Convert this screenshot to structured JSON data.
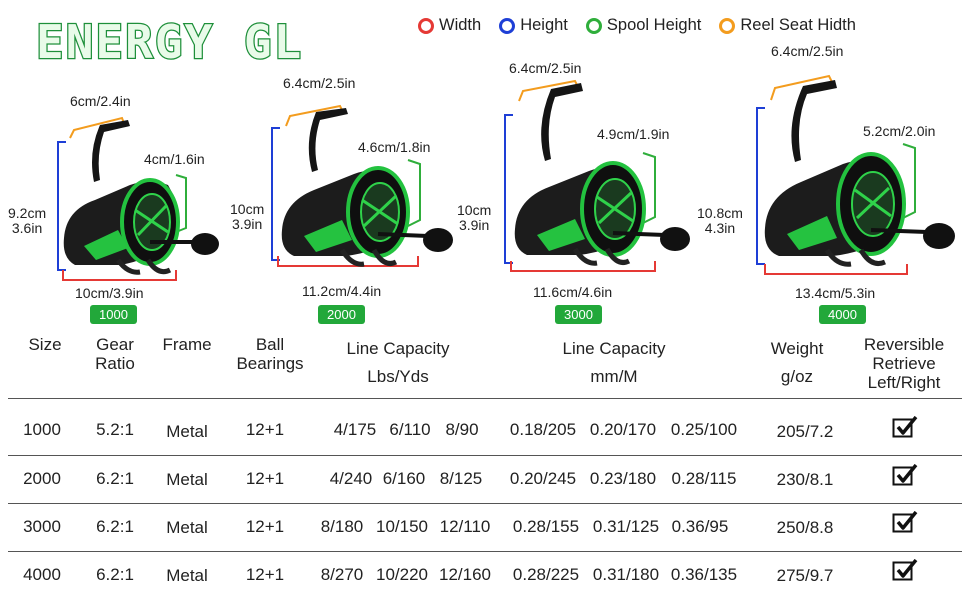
{
  "title": "ENERGY GL",
  "legend": [
    {
      "label": "Width",
      "color": "#e53935"
    },
    {
      "label": "Height",
      "color": "#1e3fd6"
    },
    {
      "label": "Spool Height",
      "color": "#2fae3b"
    },
    {
      "label": "Reel Seat Hidth",
      "color": "#f39c1e"
    }
  ],
  "reels": [
    {
      "size": "1000",
      "seat": "6cm/2.4in",
      "height": "9.2cm\n3.6in",
      "spool": "4cm/1.6in",
      "width": "10cm/3.9in"
    },
    {
      "size": "2000",
      "seat": "6.4cm/2.5in",
      "height": "10cm\n3.9in",
      "spool": "4.6cm/1.8in",
      "width": "11.2cm/4.4in"
    },
    {
      "size": "3000",
      "seat": "6.4cm/2.5in",
      "height": "10cm\n3.9in",
      "spool": "4.9cm/1.9in",
      "width": "11.6cm/4.6in"
    },
    {
      "size": "4000",
      "seat": "6.4cm/2.5in",
      "height": "10.8cm\n4.3in",
      "spool": "5.2cm/2.0in",
      "width": "13.4cm/5.3in"
    }
  ],
  "headers": {
    "size": "Size",
    "gear_ratio": "Gear\nRatio",
    "frame": "Frame",
    "ball_bearings": "Ball\nBearings",
    "line_lbs": "Line Capacity\nLbs/Yds",
    "line_mm": "Line Capacity\nmm/M",
    "weight": "Weight\ng/oz",
    "reversible": "Reversible\nRetrieve\nLeft/Right"
  },
  "rows": [
    {
      "size": "1000",
      "gear": "5.2:1",
      "frame": "Metal",
      "bearings": "12+1",
      "lbs": [
        "4/175",
        "6/110",
        "8/90"
      ],
      "mm": [
        "0.18/205",
        "0.20/170",
        "0.25/100"
      ],
      "weight": "205/7.2"
    },
    {
      "size": "2000",
      "gear": "6.2:1",
      "frame": "Metal",
      "bearings": "12+1",
      "lbs": [
        "4/240",
        "6/160",
        "8/125"
      ],
      "mm": [
        "0.20/245",
        "0.23/180",
        "0.28/115"
      ],
      "weight": "230/8.1"
    },
    {
      "size": "3000",
      "gear": "6.2:1",
      "frame": "Metal",
      "bearings": "12+1",
      "lbs": [
        "8/180",
        "10/150",
        "12/110"
      ],
      "mm": [
        "0.28/155",
        "0.31/125",
        "0.36/95"
      ],
      "weight": "250/8.8"
    },
    {
      "size": "4000",
      "gear": "6.2:1",
      "frame": "Metal",
      "bearings": "12+1",
      "lbs": [
        "8/270",
        "10/220",
        "12/160"
      ],
      "mm": [
        "0.28/225",
        "0.31/180",
        "0.36/135"
      ],
      "weight": "275/9.7"
    }
  ]
}
